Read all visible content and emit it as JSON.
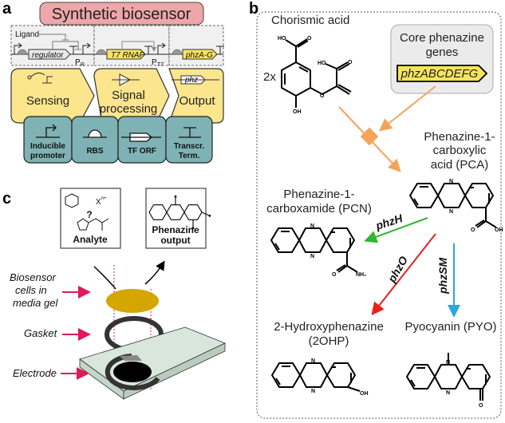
{
  "figure": {
    "panel_a": {
      "label": "a",
      "title": "Synthetic biosensor",
      "circuit": {
        "ligand_label": "Ligand",
        "regulator_gene": "regulator",
        "promoter_r": "P",
        "promoter_r_sub": "R",
        "t7_gene": "T7 RNAP",
        "promoter_t7": "P",
        "promoter_t7_sub": "T7",
        "output_gene": "phzA-G"
      },
      "modules": [
        {
          "label": "Sensing"
        },
        {
          "label": "Signal",
          "label2": "processing"
        },
        {
          "label": "Output",
          "gene": "phz"
        }
      ],
      "parts": [
        {
          "label": "Inducible",
          "label2": "promoter"
        },
        {
          "label": "RBS"
        },
        {
          "label": "TF ORF"
        },
        {
          "label": "Transcr.",
          "label2": "Term."
        }
      ]
    },
    "panel_b": {
      "label": "b",
      "precursor": "Chorismic acid",
      "precursor_multiplier": "2x",
      "core_genes_title1": "Core phenazine",
      "core_genes_title2": "genes",
      "core_genes": "phzABCDEFG",
      "pca_line1": "Phenazine-1-",
      "pca_line2": "carboxylic",
      "pca_line3": "acid (PCA)",
      "pcn_line1": "Phenazine-1-",
      "pcn_line2": "carboxamide (PCN)",
      "ohp_line1": "2-Hydroxyphenazine",
      "ohp_line2": "(2OHP)",
      "pyo_line1": "Pyocyanin (PYO)",
      "enzymes": [
        {
          "name": "phzH",
          "color": "#2db82d"
        },
        {
          "name": "phzO",
          "color": "#e8201c"
        },
        {
          "name": "phzSM",
          "color": "#29a8e0"
        }
      ],
      "atoms": {
        "ho": "HO",
        "o": "O",
        "oh": "OH",
        "n": "N",
        "nh2": "NH₂"
      }
    },
    "panel_c": {
      "label": "c",
      "analyte_label": "Analyte",
      "analyte_ion": "X",
      "analyte_ion_charge": "n+",
      "analyte_unknown": "?",
      "output_label1": "Phenazine",
      "output_label2": "output",
      "callouts": [
        {
          "line1": "Biosensor",
          "line2": "cells in",
          "line3": "media gel"
        },
        {
          "line1": "Gasket"
        },
        {
          "line1": "Electrode"
        }
      ]
    },
    "colors": {
      "title_box": "#eea6a8",
      "module_yellow": "#fbe58d",
      "part_teal": "#7fb2b4",
      "gene_yellow": "#f7e35e",
      "arrow_orange": "#f4a45a",
      "callout_pink": "#e0185c",
      "gel_gold": "#d6a600",
      "electrode_green": "#d8e6dc"
    }
  }
}
